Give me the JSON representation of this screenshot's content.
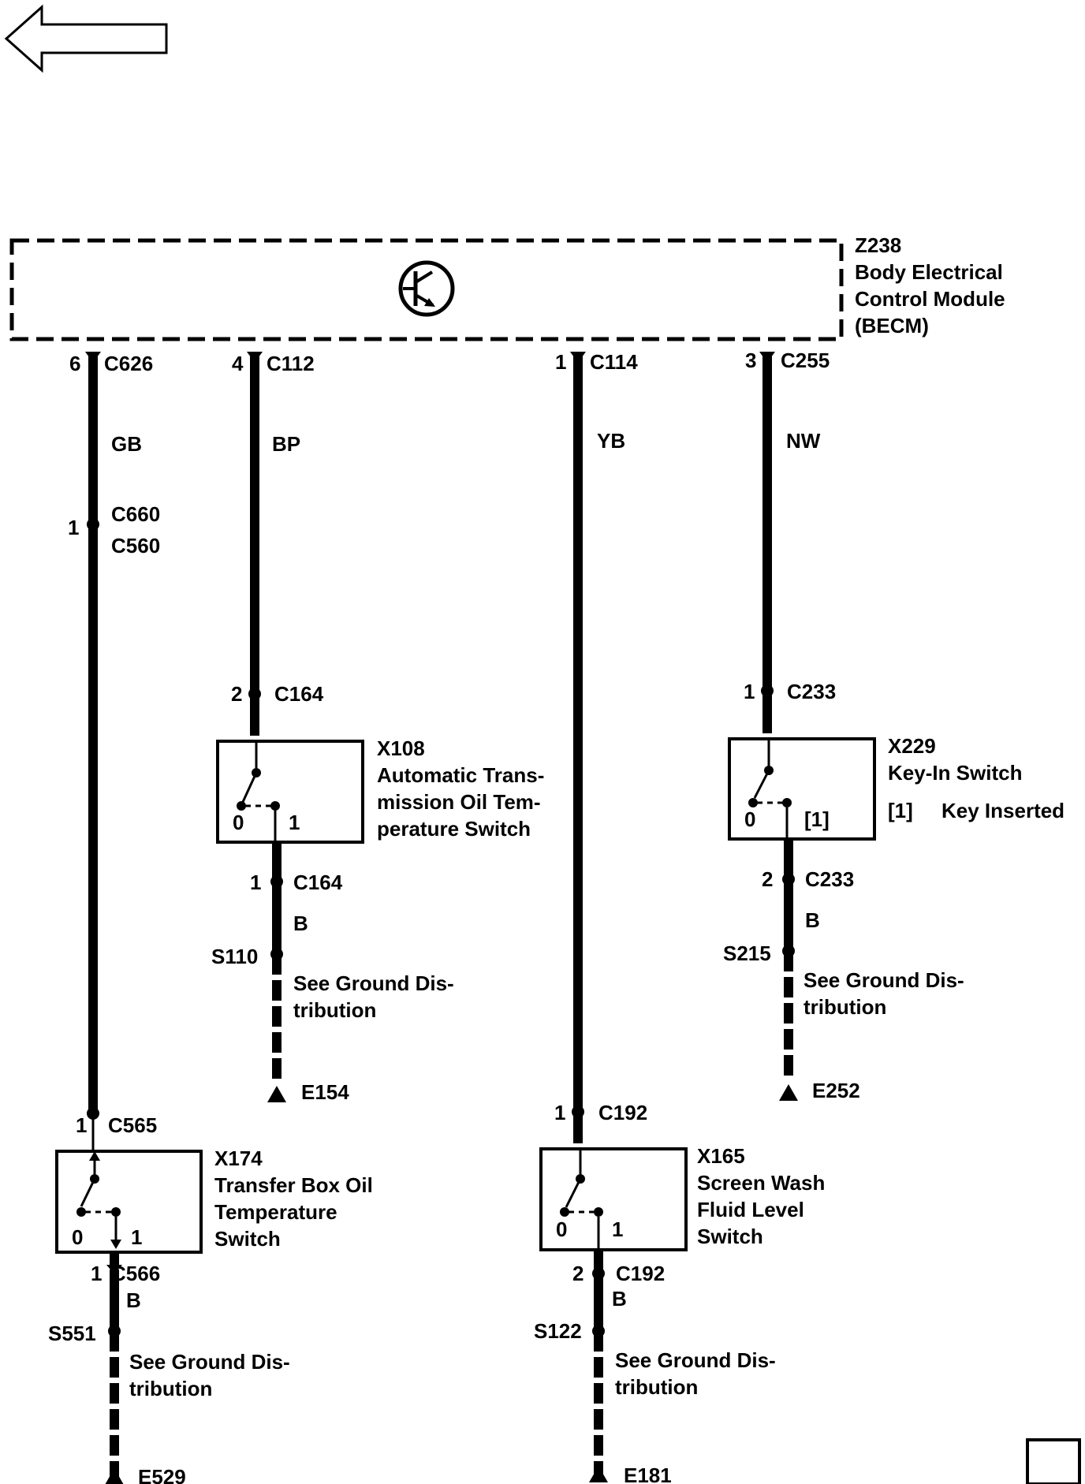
{
  "colors": {
    "ink": "#000000",
    "background": "#ffffff"
  },
  "icons": {
    "back": "back-arrow-icon",
    "transistor": "transistor-icon",
    "ground": "ground-icon",
    "page_box": "page-box-icon"
  },
  "module": {
    "code": "Z238",
    "name_line1": "Body Electrical",
    "name_line2": "Control Module",
    "name_line3": "(BECM)"
  },
  "circuits": {
    "c1": {
      "top_pin": "6",
      "top_conn": "C626",
      "wire_color": "GB",
      "inline_pin": "1",
      "inline_conn_a": "C660",
      "inline_conn_b": "C560",
      "sw_in_pin": "1",
      "sw_in_conn": "C565",
      "switch": {
        "code": "X174",
        "line1": "Transfer Box Oil",
        "line2": "Temperature",
        "line3": "Switch",
        "pos0": "0",
        "pos1": "1"
      },
      "out_pin": "1",
      "out_conn": "C566",
      "out_wire": "B",
      "splice": "S551",
      "note1": "See Ground Dis-",
      "note2": "tribution",
      "ground": "E529"
    },
    "c2": {
      "top_pin": "4",
      "top_conn": "C112",
      "wire_color": "BP",
      "sw_in_pin": "2",
      "sw_in_conn": "C164",
      "switch": {
        "code": "X108",
        "line1": "Automatic Trans-",
        "line2": "mission Oil Tem-",
        "line3": "perature Switch",
        "pos0": "0",
        "pos1": "1"
      },
      "out_pin": "1",
      "out_conn": "C164",
      "out_wire": "B",
      "splice": "S110",
      "note1": "See Ground Dis-",
      "note2": "tribution",
      "ground": "E154"
    },
    "c3": {
      "top_pin": "1",
      "top_conn": "C114",
      "wire_color": "YB",
      "sw_in_pin": "1",
      "sw_in_conn": "C192",
      "switch": {
        "code": "X165",
        "line1": "Screen Wash",
        "line2": "Fluid Level",
        "line3": "Switch",
        "pos0": "0",
        "pos1": "1"
      },
      "out_pin": "2",
      "out_conn": "C192",
      "out_wire": "B",
      "splice": "S122",
      "note1": "See Ground Dis-",
      "note2": "tribution",
      "ground": "E181"
    },
    "c4": {
      "top_pin": "3",
      "top_conn": "C255",
      "wire_color": "NW",
      "sw_in_pin": "1",
      "sw_in_conn": "C233",
      "switch": {
        "code": "X229",
        "line1": "Key-In Switch",
        "pos0": "0",
        "pos1": "[1]",
        "legend_key": "[1]",
        "legend_text": "Key Inserted"
      },
      "out_pin": "2",
      "out_conn": "C233",
      "out_wire": "B",
      "splice": "S215",
      "note1": "See Ground Dis-",
      "note2": "tribution",
      "ground": "E252"
    }
  }
}
